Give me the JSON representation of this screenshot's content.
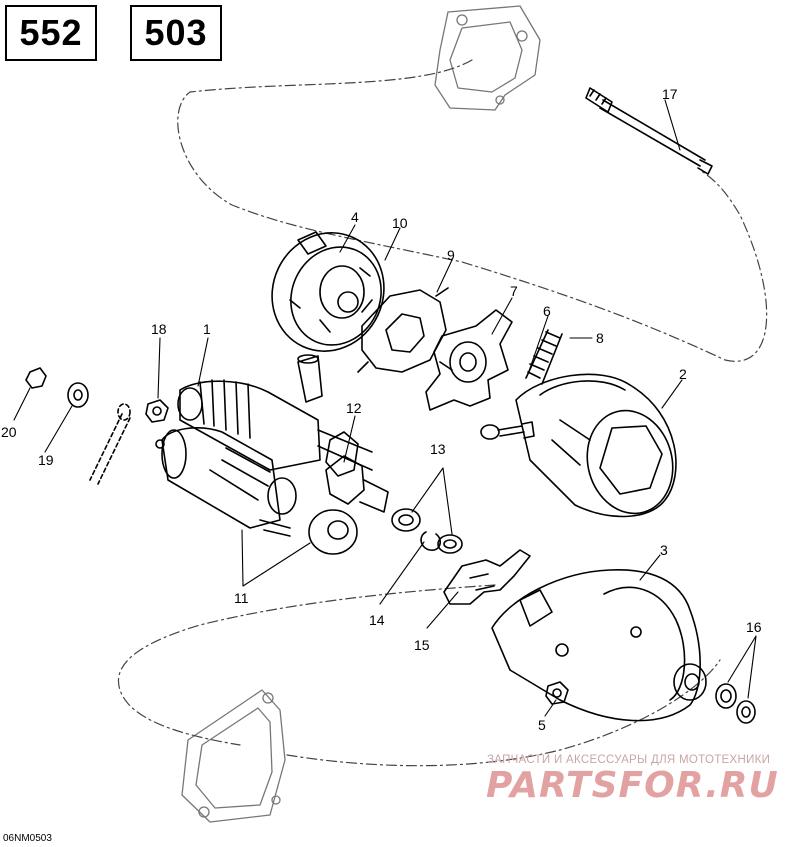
{
  "model_boxes": [
    "552",
    "503"
  ],
  "callouts": {
    "c1": "1",
    "c2": "2",
    "c3": "3",
    "c4": "4",
    "c5": "5",
    "c6": "6",
    "c7": "7",
    "c8": "8",
    "c9": "9",
    "c10": "10",
    "c11": "11",
    "c12": "12",
    "c13": "13",
    "c14": "14",
    "c15": "15",
    "c16": "16",
    "c17": "17",
    "c18": "18",
    "c19": "19",
    "c20": "20"
  },
  "drawing_code": "06NM0503",
  "watermark": {
    "tagline": "ЗАПЧАСТИ И АКСЕССУАРЫ ДЛЯ МОТОТЕХНИКИ",
    "brand": "PARTSFOR.RU"
  }
}
